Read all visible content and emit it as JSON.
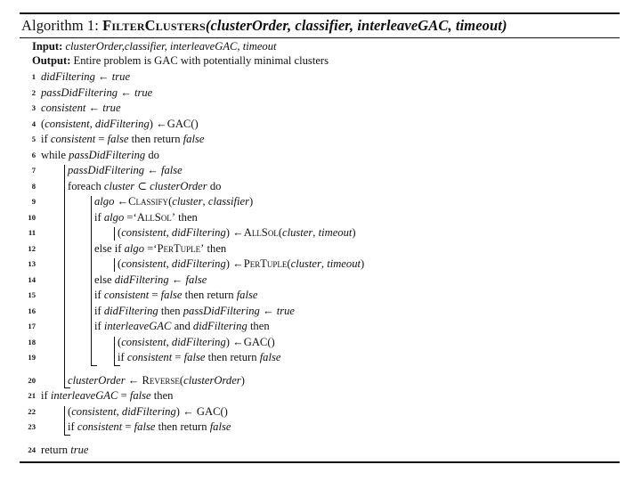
{
  "algorithm": {
    "label": "Algorithm 1:",
    "name": "FilterClusters",
    "signature_open": "(",
    "params": "clusterOrder, classifier, interleaveGAC, timeout",
    "signature_close": ")",
    "input_label": "Input:",
    "input_value": "clusterOrder,classifier, interleaveGAC, timeout",
    "output_label": "Output:",
    "output_value": "Entire problem is GAC with potentially minimal clusters",
    "lines": [
      {
        "n": "1",
        "indent": 0,
        "text": "didFiltering ← true"
      },
      {
        "n": "2",
        "indent": 0,
        "text": "passDidFiltering ← true"
      },
      {
        "n": "3",
        "indent": 0,
        "text": "consistent ← true"
      },
      {
        "n": "4",
        "indent": 0,
        "text": "(consistent, didFiltering) ←GAC()"
      },
      {
        "n": "5",
        "indent": 0,
        "text": "if consistent = false then return false"
      },
      {
        "n": "6",
        "indent": 0,
        "text": "while passDidFiltering do"
      },
      {
        "n": "7",
        "indent": 1,
        "text": "passDidFiltering ← false"
      },
      {
        "n": "8",
        "indent": 1,
        "text": "foreach cluster ⊂ clusterOrder do"
      },
      {
        "n": "9",
        "indent": 2,
        "text": "algo ←Classify(cluster, classifier)"
      },
      {
        "n": "10",
        "indent": 2,
        "text": "if algo =‘AllSol’ then"
      },
      {
        "n": "11",
        "indent": 3,
        "text": "(consistent, didFiltering) ←AllSol(cluster, timeout)"
      },
      {
        "n": "12",
        "indent": 2,
        "text": "else if algo =‘PerTuple’ then"
      },
      {
        "n": "13",
        "indent": 3,
        "text": "(consistent, didFiltering) ←PerTuple(cluster, timeout)"
      },
      {
        "n": "14",
        "indent": 2,
        "text": "else didFiltering ← false"
      },
      {
        "n": "15",
        "indent": 2,
        "text": "if consistent = false then return false"
      },
      {
        "n": "16",
        "indent": 2,
        "text": "if didFiltering then passDidFiltering ← true"
      },
      {
        "n": "17",
        "indent": 2,
        "text": "if interleaveGAC and didFiltering then"
      },
      {
        "n": "18",
        "indent": 3,
        "text": "(consistent, didFiltering) ←GAC()"
      },
      {
        "n": "19",
        "indent": 3,
        "text": "if consistent = false then return false"
      },
      {
        "n": "20",
        "indent": 1,
        "text": "clusterOrder ← Reverse(clusterOrder)"
      },
      {
        "n": "21",
        "indent": 0,
        "text": "if interleaveGAC = false then"
      },
      {
        "n": "22",
        "indent": 1,
        "text": "(consistent, didFiltering) ← GAC()"
      },
      {
        "n": "23",
        "indent": 1,
        "text": "if consistent = false then return false"
      },
      {
        "n": "24",
        "indent": 0,
        "text": "return true"
      }
    ]
  }
}
